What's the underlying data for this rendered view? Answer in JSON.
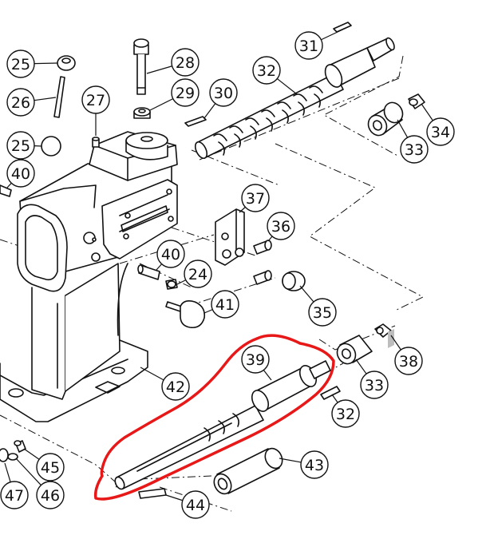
{
  "diagram": {
    "part_numbers": [
      "25",
      "26",
      "27",
      "28",
      "29",
      "30",
      "31",
      "32",
      "33",
      "34",
      "25",
      "40",
      "37",
      "36",
      "40",
      "24",
      "41",
      "35",
      "38",
      "39",
      "33",
      "32",
      "42",
      "43",
      "44",
      "45",
      "46",
      "47"
    ],
    "colors": {
      "line": "#111111",
      "highlight": "#e81818",
      "background": "#ffffff"
    },
    "highlighted_part": "39"
  }
}
